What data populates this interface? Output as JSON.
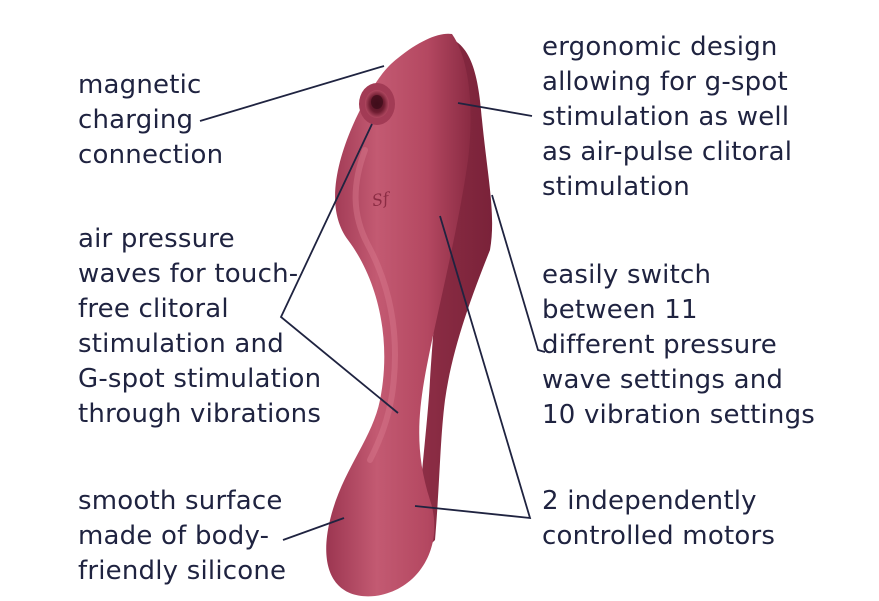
{
  "callouts": {
    "magnetic_charging": [
      "magnetic",
      "charging",
      "connection"
    ],
    "air_pressure": [
      "air pressure",
      "waves for touch-",
      "free clitoral",
      "stimulation and",
      "G-spot stimulation",
      "through vibrations"
    ],
    "smooth_surface": [
      "smooth surface",
      "made of body-",
      "friendly silicone"
    ],
    "ergonomic_design": [
      "ergonomic design",
      "allowing for g-spot",
      "stimulation as well",
      "as air-pulse clitoral",
      "stimulation"
    ],
    "easily_switch": [
      "easily switch",
      "between 11",
      "different pressure",
      "wave settings and",
      "10 vibration settings"
    ],
    "independent_motors": [
      "2 independently",
      "controlled motors"
    ]
  },
  "product": {
    "logo_mark": "Sf",
    "body_color": "#b2465f",
    "shadow_color": "#8e2f46"
  },
  "colors": {
    "text": "#1f2340",
    "leader_lines": "#1f2340",
    "background": "#ffffff"
  }
}
